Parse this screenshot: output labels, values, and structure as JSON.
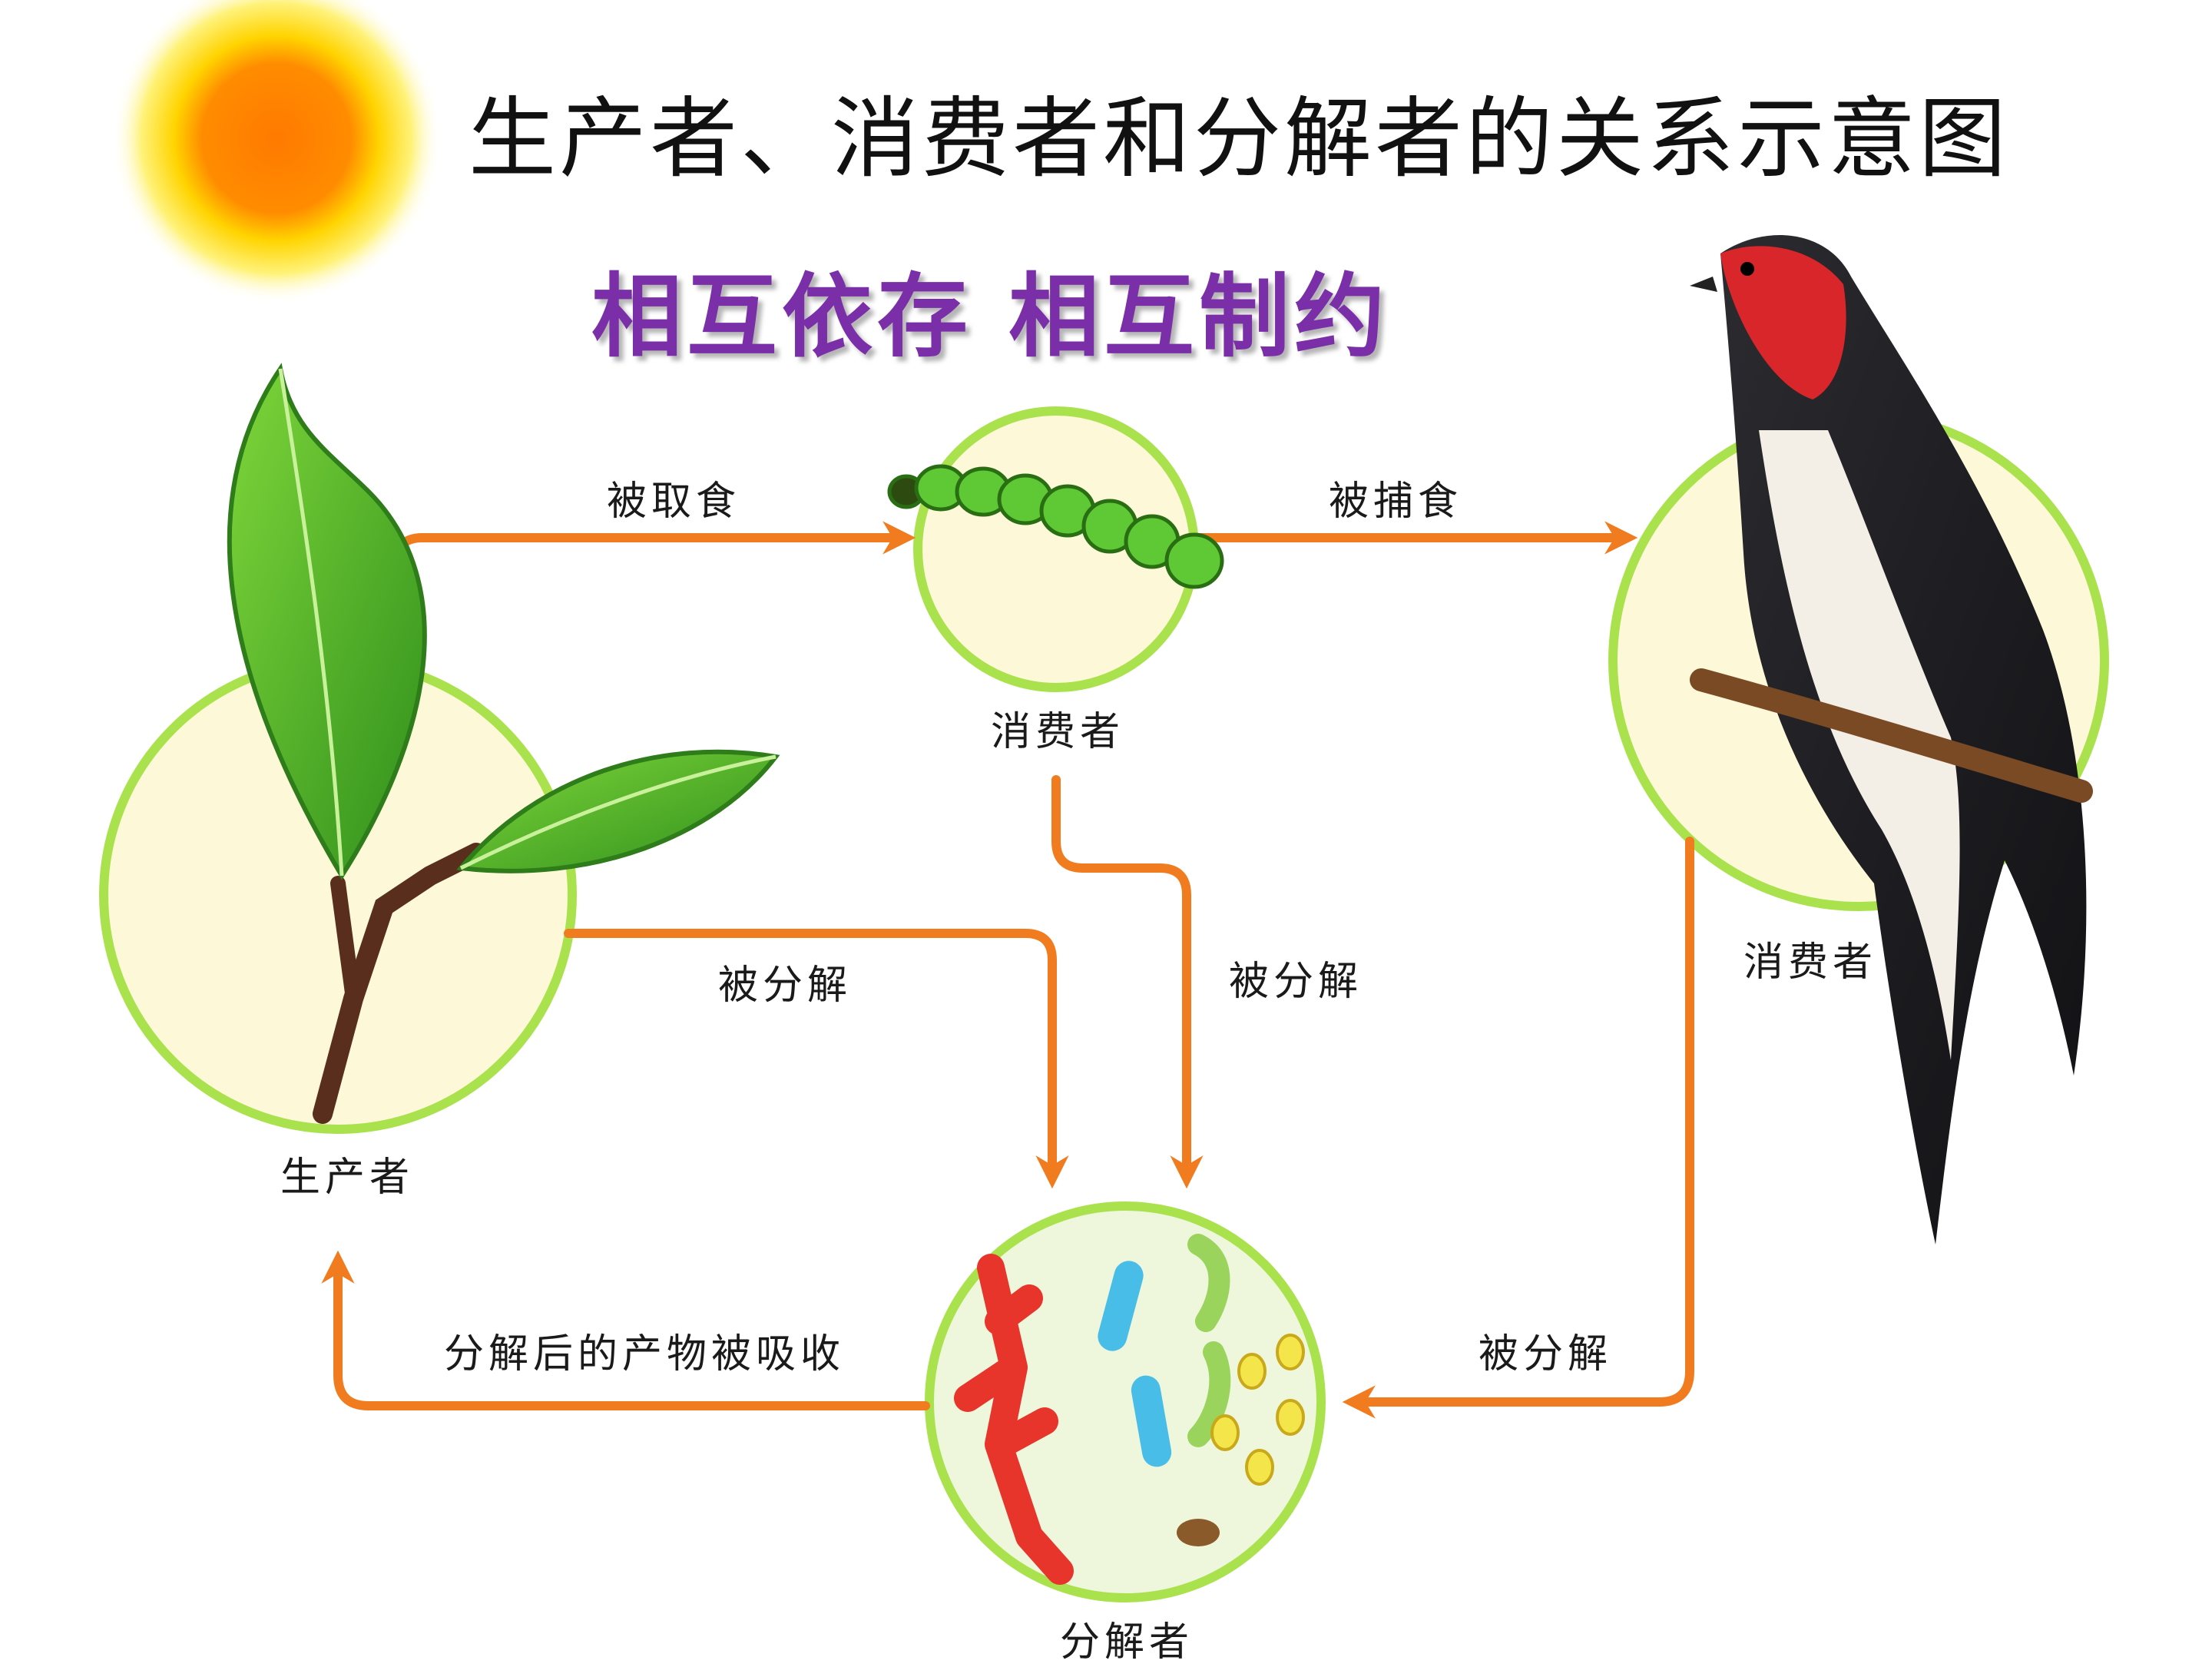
{
  "title": "生产者、消费者和分解者的关系示意图",
  "subtitle": "相互依存 相互制约",
  "nodes": {
    "producer": "生产者",
    "consumer_caterpillar": "消费者",
    "consumer_bird": "消费者",
    "decomposer": "分解者"
  },
  "edges": {
    "eaten": "被取食",
    "preyed": "被捕食",
    "decomposed_producer": "被分解",
    "decomposed_caterpillar": "被分解",
    "decomposed_bird": "被分解",
    "absorbed": "分解后的产物被吸收"
  },
  "colors": {
    "arrow": "#f07c1f",
    "circle_fill": "#fdf8d8",
    "circle_stroke": "#a9e24d",
    "subtitle": "#7a2fa8"
  }
}
